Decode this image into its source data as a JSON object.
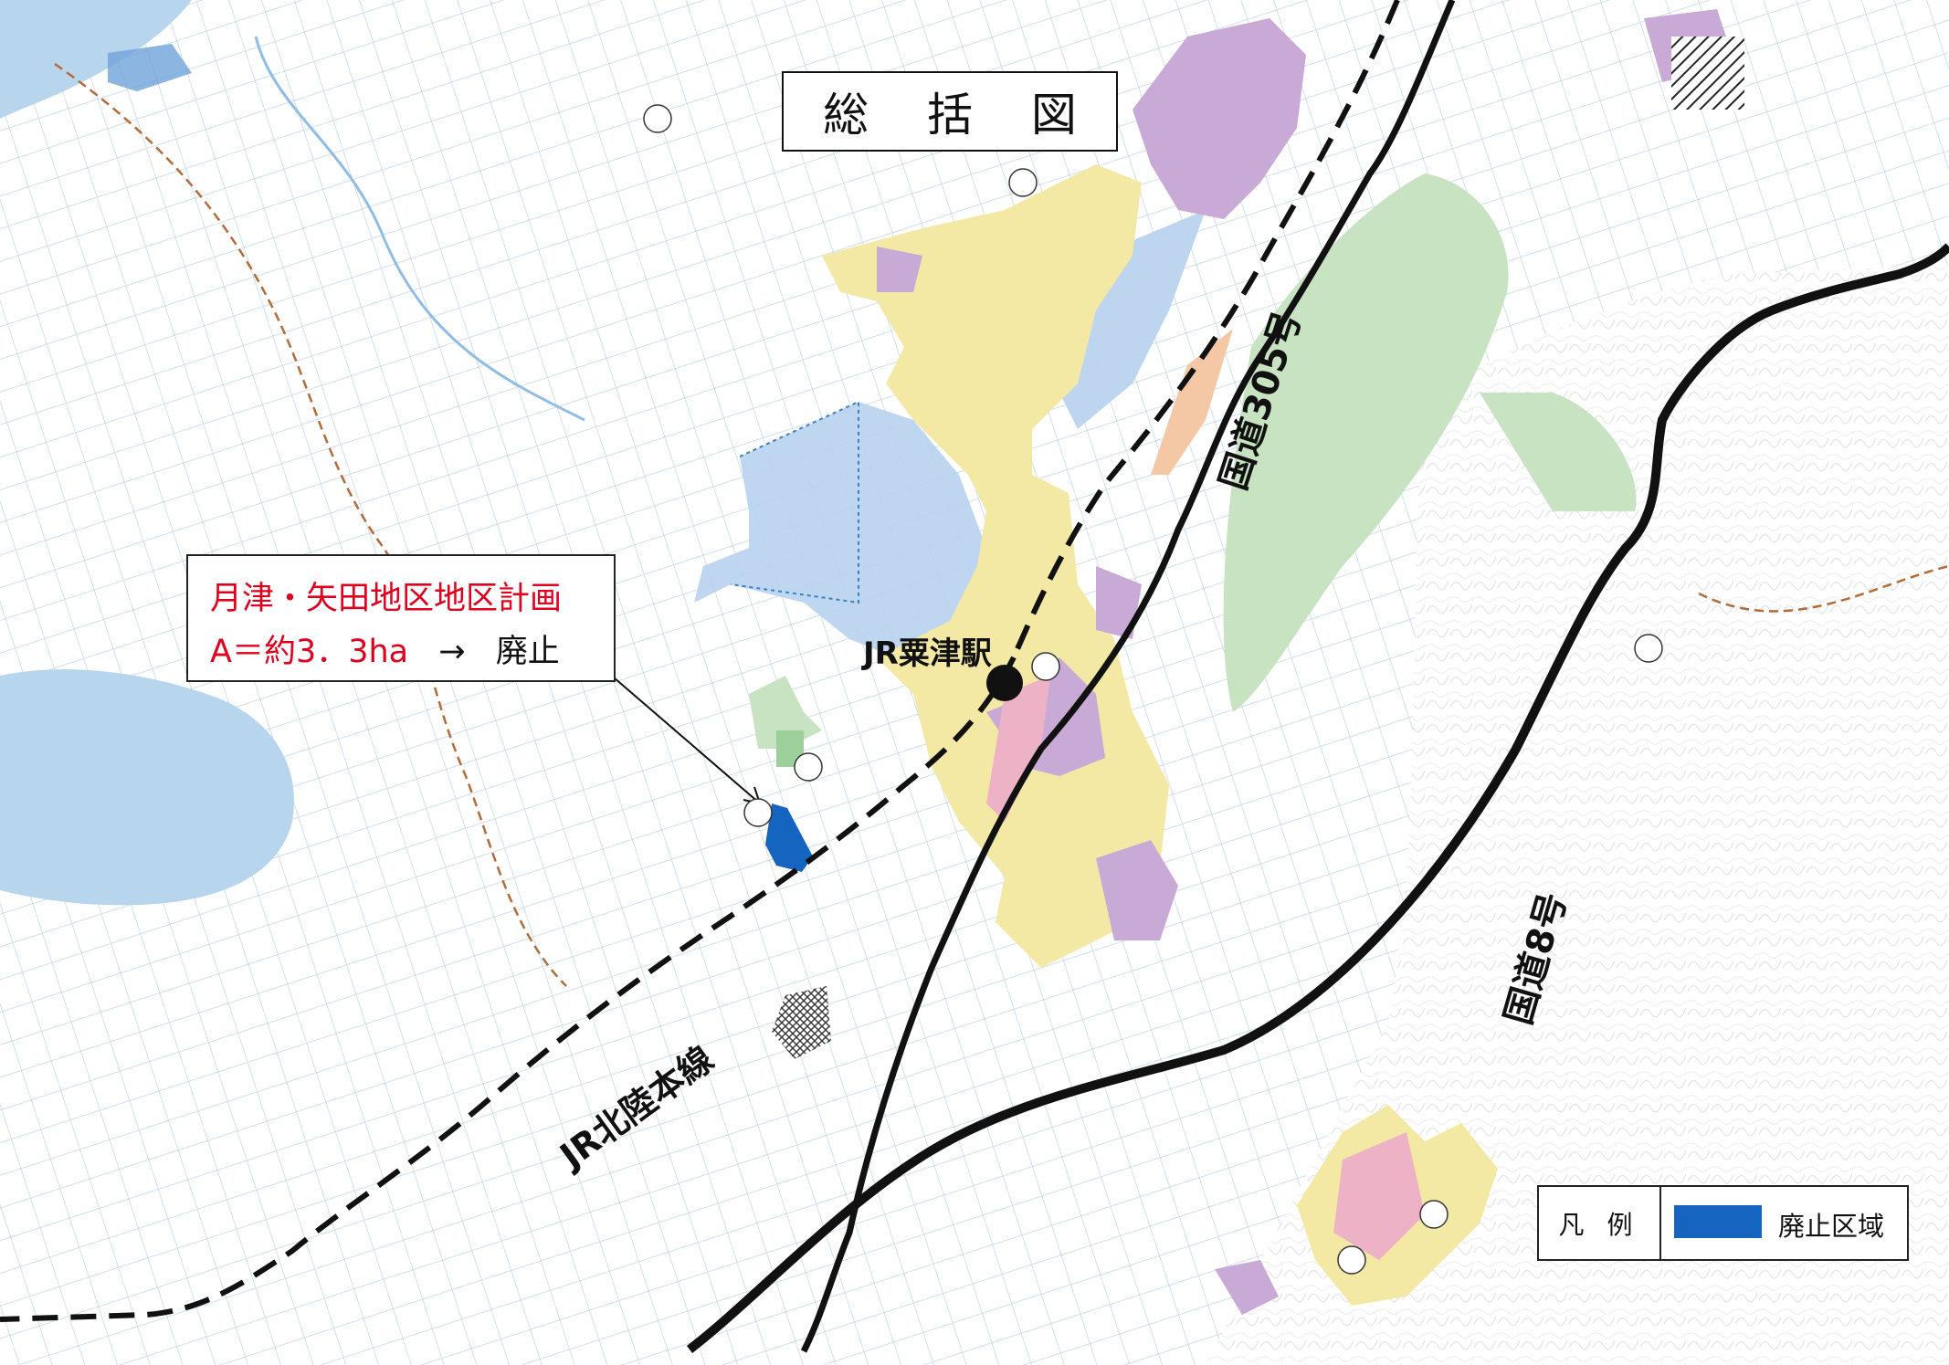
{
  "title": "総 括 図",
  "callout": {
    "plan_name": "月津・矢田地区地区計画",
    "area": "A＝約3．3ha",
    "arrow": "→",
    "status": "廃止"
  },
  "labels": {
    "station": "JR粟津駅",
    "route_305": "国道305号",
    "route_8": "国道8号",
    "rail_line": "JR北陸本線"
  },
  "legend": {
    "title": "凡 例",
    "items": [
      {
        "label": "廃止区域",
        "color": "#1565c0"
      }
    ]
  },
  "colors": {
    "abolished_area": "#1565c0",
    "residential_yellow": "#f3e9a4",
    "commercial_purple": "#c9a9d6",
    "industrial_blue": "#b9d3ee",
    "park_green": "#c8e3c2",
    "commercial_pink": "#eeb2c6",
    "lake_blue": "#b7d6ee",
    "accent_red": "#e0001e"
  }
}
